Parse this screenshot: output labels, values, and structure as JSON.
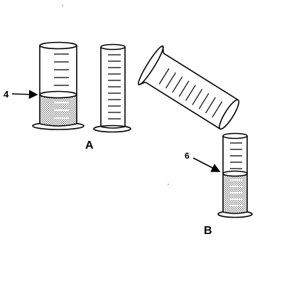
{
  "figure": {
    "labels": {
      "group_a": "A",
      "group_b": "B",
      "arrow_a_value": "4",
      "arrow_b_value": "6"
    },
    "stroke_color": "#000000",
    "liquid_fill_pattern": "stipple"
  }
}
